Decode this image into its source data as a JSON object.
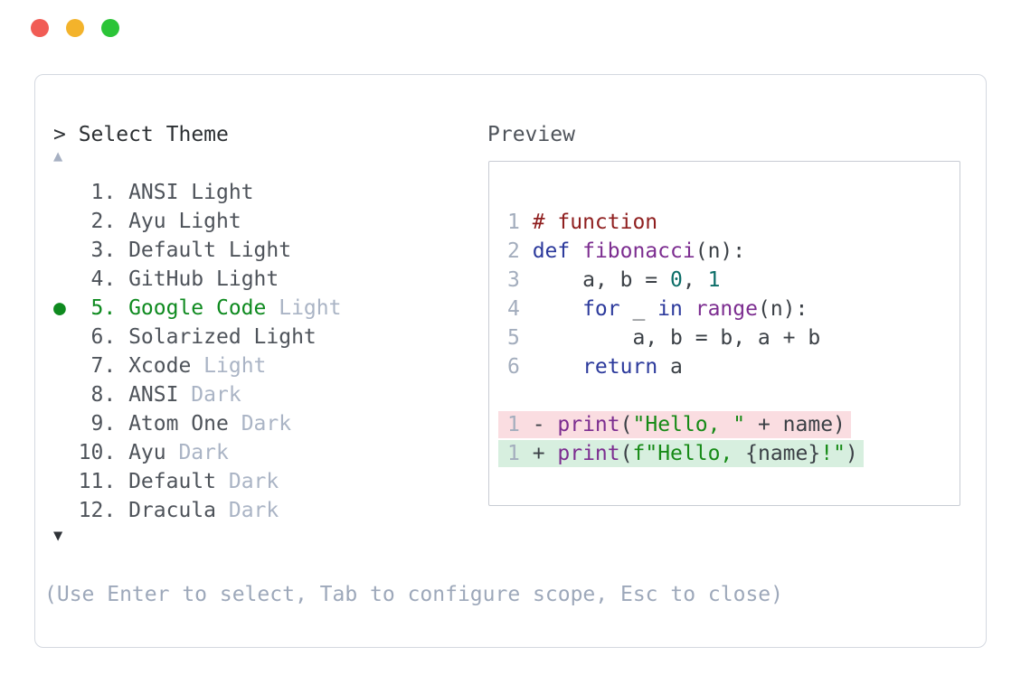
{
  "window": {
    "traffic_lights": {
      "close": "red",
      "minimize": "yellow",
      "maximize": "green"
    },
    "accent_colors": {
      "red": "#f15c55",
      "yellow": "#f3b32b",
      "green": "#2bc437"
    }
  },
  "selector": {
    "prompt": "> Select Theme",
    "scroll_up_icon": "▲",
    "scroll_down_icon": "▼",
    "selected_bullet_icon": "●",
    "selected_color": "#0e8a1f",
    "items": [
      {
        "num": "1.",
        "name": "ANSI",
        "variant": "Light",
        "variant_dim": false,
        "selected": false
      },
      {
        "num": "2.",
        "name": "Ayu",
        "variant": "Light",
        "variant_dim": false,
        "selected": false
      },
      {
        "num": "3.",
        "name": "Default",
        "variant": "Light",
        "variant_dim": false,
        "selected": false
      },
      {
        "num": "4.",
        "name": "GitHub",
        "variant": "Light",
        "variant_dim": false,
        "selected": false
      },
      {
        "num": "5.",
        "name": "Google Code",
        "variant": "Light",
        "variant_dim": true,
        "selected": true
      },
      {
        "num": "6.",
        "name": "Solarized",
        "variant": "Light",
        "variant_dim": false,
        "selected": false
      },
      {
        "num": "7.",
        "name": "Xcode",
        "variant": "Light",
        "variant_dim": true,
        "selected": false
      },
      {
        "num": "8.",
        "name": "ANSI",
        "variant": "Dark",
        "variant_dim": true,
        "selected": false
      },
      {
        "num": "9.",
        "name": "Atom One",
        "variant": "Dark",
        "variant_dim": true,
        "selected": false
      },
      {
        "num": "10.",
        "name": "Ayu",
        "variant": "Dark",
        "variant_dim": true,
        "selected": false
      },
      {
        "num": "11.",
        "name": "Default",
        "variant": "Dark",
        "variant_dim": true,
        "selected": false
      },
      {
        "num": "12.",
        "name": "Dracula",
        "variant": "Dark",
        "variant_dim": true,
        "selected": false
      }
    ],
    "hint": "(Use Enter to select, Tab to configure scope, Esc to close)"
  },
  "preview": {
    "label": "Preview",
    "syntax_colors": {
      "comment": "#8f1f1f",
      "keyword": "#2c3a9c",
      "function": "#7c2d90",
      "literal": "#0c6e68",
      "string": "#168a16",
      "plain": "#3b4046",
      "line_number": "#a3adbd",
      "diff_removed_bg": "#fadde1",
      "diff_added_bg": "#d7efdf"
    },
    "code_lines": [
      {
        "num": "1",
        "tokens": [
          {
            "t": "com",
            "v": "# function"
          }
        ]
      },
      {
        "num": "2",
        "tokens": [
          {
            "t": "kwd",
            "v": "def"
          },
          {
            "t": "pln",
            "v": " "
          },
          {
            "t": "fun",
            "v": "fibonacci"
          },
          {
            "t": "pln",
            "v": "(n):"
          }
        ]
      },
      {
        "num": "3",
        "tokens": [
          {
            "t": "pln",
            "v": "    a, b = "
          },
          {
            "t": "lit",
            "v": "0"
          },
          {
            "t": "pln",
            "v": ", "
          },
          {
            "t": "lit",
            "v": "1"
          }
        ]
      },
      {
        "num": "4",
        "tokens": [
          {
            "t": "pln",
            "v": "    "
          },
          {
            "t": "kwd",
            "v": "for"
          },
          {
            "t": "pln",
            "v": " _ "
          },
          {
            "t": "kwd",
            "v": "in"
          },
          {
            "t": "pln",
            "v": " "
          },
          {
            "t": "fun",
            "v": "range"
          },
          {
            "t": "pln",
            "v": "(n):"
          }
        ]
      },
      {
        "num": "5",
        "tokens": [
          {
            "t": "pln",
            "v": "        a, b = b, a + b"
          }
        ]
      },
      {
        "num": "6",
        "tokens": [
          {
            "t": "pln",
            "v": "    "
          },
          {
            "t": "kwd",
            "v": "return"
          },
          {
            "t": "pln",
            "v": " a"
          }
        ]
      }
    ],
    "diff_lines": [
      {
        "num": "1",
        "kind": "removed",
        "tokens": [
          {
            "t": "pln",
            "v": "- "
          },
          {
            "t": "fun",
            "v": "print"
          },
          {
            "t": "pln",
            "v": "("
          },
          {
            "t": "str",
            "v": "\"Hello, \""
          },
          {
            "t": "pln",
            "v": " + name)"
          }
        ]
      },
      {
        "num": "1",
        "kind": "added",
        "tokens": [
          {
            "t": "pln",
            "v": "+ "
          },
          {
            "t": "fun",
            "v": "print"
          },
          {
            "t": "pln",
            "v": "("
          },
          {
            "t": "str",
            "v": "f\"Hello, "
          },
          {
            "t": "pln",
            "v": "{name}"
          },
          {
            "t": "str",
            "v": "!\""
          },
          {
            "t": "pln",
            "v": ")"
          }
        ]
      }
    ]
  }
}
